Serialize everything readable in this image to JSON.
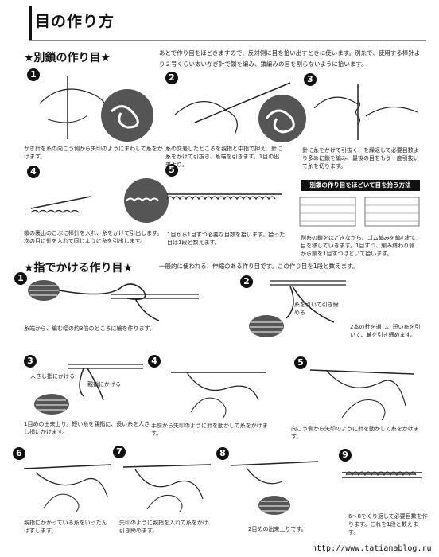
{
  "page": {
    "title": "目の作り方",
    "footer_url": "http://www.tatianablog.ru"
  },
  "section1": {
    "heading": "★別鎖の作り目★",
    "intro": "あとで作り目をほどきますので、反対側に目を拾い出すときに使います。別糸で、使用する棒針より２号くらい太いかぎ針で鎖を編み、鎖編みの目を割らないように拾います。",
    "steps": [
      {
        "num": "1",
        "caption": "かぎ針を糸の向こう側から矢印のようにまわして糸をかけます。"
      },
      {
        "num": "2",
        "caption": "糸の交差したところを親指と中指で押え、針に糸をかけて引抜き、糸端を引きます。1目の出来上り。"
      },
      {
        "num": "3",
        "caption": "針に糸をかけて引抜く、を繰返して必要目数より多めに鎖を編み、最後の目をもう一度引抜いて糸を切ります。"
      },
      {
        "num": "4",
        "caption": "鎖の裏山のこぶに棒針を入れ、糸をかけて引出します。次の目に針を入れて同じように糸を引出します。"
      },
      {
        "num": "5",
        "caption": "1目から1目ずつ必要な目数を拾います。拾った目は1段と数えます。"
      }
    ],
    "box_title": "別鎖の作り目をほどいて目を拾う方法",
    "box_caption": "別糸の鎖をほどきながら、ゴム編みを編む針に目を移していきます。1目ずつ、編み終わり側から鎖を1目ずつほどいて拾います。"
  },
  "section2": {
    "heading": "★指でかける作り目★",
    "intro": "一般的に使われる、伸縮のある作り目です。この作り目を1段と数えます。",
    "labels": {
      "pull_thread": "糸を引いて引き締める",
      "index_finger": "人さし指にかける",
      "thumb": "親指にかける"
    },
    "steps": [
      {
        "num": "1",
        "caption": "糸端から、編む幅の約3倍のところに輪を作ります。"
      },
      {
        "num": "2",
        "caption": "2本の針を通し、短い糸を引いて、輪を引き締めます。"
      },
      {
        "num": "3",
        "caption": "1目めの出来上り。短い糸を親指に、長い糸を人さし指にかけます。"
      },
      {
        "num": "4",
        "caption": "手前から矢印のように針を動かして糸をかけます。"
      },
      {
        "num": "5",
        "caption": "向こう側から矢印のように針を動かして糸をかけます。"
      },
      {
        "num": "6",
        "caption": "親指にかかっている糸をいったんはずします。"
      },
      {
        "num": "7",
        "caption": "矢印のように親指を入れて糸をかけ、引き締めます。"
      },
      {
        "num": "8",
        "caption": "2目めの出来上りです。"
      },
      {
        "num": "9",
        "caption": "6～8をくり返して必要目数を作ります。これを1段と数えます。"
      }
    ]
  },
  "colors": {
    "ink": "#111111",
    "paper": "#ffffff",
    "yarn": "#555555"
  }
}
